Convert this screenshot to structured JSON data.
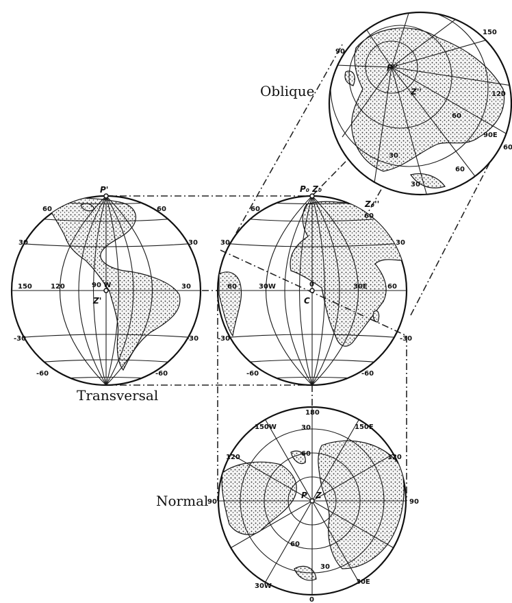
{
  "labels": {
    "oblique": "Oblique",
    "transversal": "Transversal",
    "normal": "Normal"
  },
  "transversal_globe": {
    "pole": "P'",
    "zenith": "Z'",
    "center_mark": "90 W",
    "meridians": [
      "150",
      "120",
      "30"
    ],
    "parallels": [
      "60",
      "60",
      "30",
      "30",
      "-30",
      "-30",
      "-60",
      "-60"
    ]
  },
  "center_globe": {
    "pole": "P₀ Z₀",
    "secondary": "Z₀''",
    "center": "C",
    "center_lon": "0",
    "meridians": [
      "60",
      "30W",
      "30E",
      "60"
    ],
    "parallels": [
      "60",
      "60",
      "30",
      "30",
      "-30",
      "-30",
      "-60",
      "-60"
    ]
  },
  "oblique_globe": {
    "pole": "P''",
    "zenith": "Z''",
    "ticks": [
      "90",
      "150",
      "120",
      "60",
      "90E",
      "30",
      "60",
      "60",
      "30"
    ]
  },
  "normal_globe": {
    "pole": "P",
    "zenith": "Z",
    "ticks": [
      "180",
      "150W",
      "150E",
      "120",
      "120",
      "90",
      "90",
      "60",
      "60",
      "30",
      "30",
      "30W",
      "30E",
      "0"
    ]
  }
}
